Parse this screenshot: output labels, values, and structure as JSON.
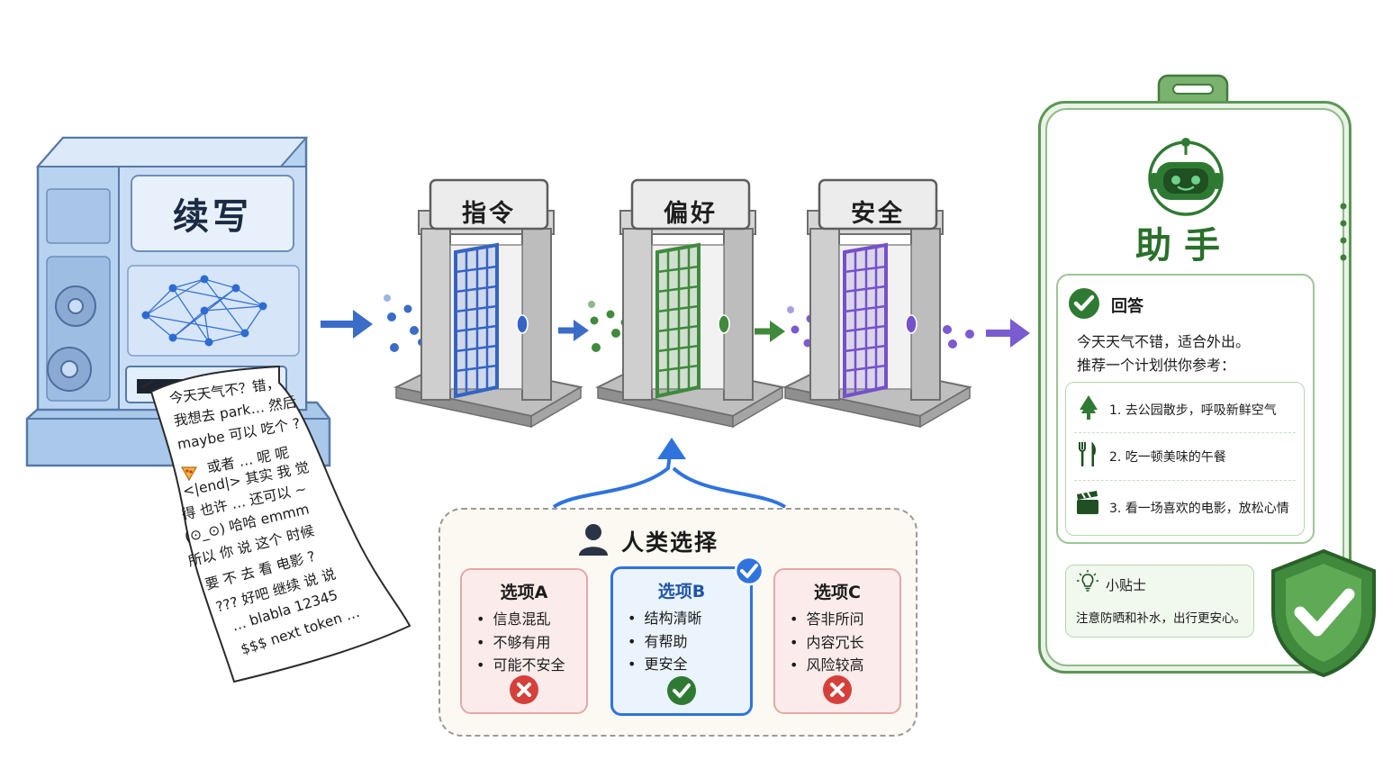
{
  "machine": {
    "label": "续写"
  },
  "paper": {
    "lines": [
      "今天天气不？错，",
      "我想去 park… 然后",
      "maybe 可以 吃个 ?",
      "或者 … 呢 呢",
      "<|end|> 其实 我 觉",
      "得 也许 … 还可以 ~",
      "(⊙_⊙) 哈哈 emmm",
      "所以 你 说 这个 时候",
      "要 不 去 看 电影 ?",
      "??? 好吧 继续 说 说",
      "… blabla 12345",
      "$$$ next token …"
    ]
  },
  "gates": [
    {
      "label": "指令",
      "color": "#3564c4"
    },
    {
      "label": "偏好",
      "color": "#3f8a3c"
    },
    {
      "label": "安全",
      "color": "#7552c9"
    }
  ],
  "human_choice": {
    "title": "人类选择",
    "options": [
      {
        "title": "选项A",
        "items": [
          "信息混乱",
          "不够有用",
          "可能不安全"
        ],
        "verdict": "reject"
      },
      {
        "title": "选项B",
        "items": [
          "结构清晰",
          "有帮助",
          "更安全"
        ],
        "verdict": "accept"
      },
      {
        "title": "选项C",
        "items": [
          "答非所问",
          "内容冗长",
          "风险较高"
        ],
        "verdict": "reject"
      }
    ]
  },
  "assistant": {
    "title": "助手",
    "answer_heading": "回答",
    "answer_lines": [
      "今天天气不错，适合外出。",
      "推荐一个计划供你参考："
    ],
    "plan": [
      {
        "text": "1. 去公园散步，呼吸新鲜空气",
        "icon": "tree-icon"
      },
      {
        "text": "2. 吃一顿美味的午餐",
        "icon": "fork-knife-icon"
      },
      {
        "text": "3. 看一场喜欢的电影，放松心情",
        "icon": "clapperboard-icon"
      }
    ],
    "tip_title": "小贴士",
    "tip_text": "注意防晒和补水，出行更安心。"
  },
  "colors": {
    "machine_blue": "#9ec3ea",
    "arrow_blue": "#3a6cc8",
    "arrow_green": "#3f8a3c",
    "arrow_purple": "#7a5bd0",
    "assistant_green": "#3f8a3c",
    "choice_accept": "#2f73dd",
    "reject_red": "#d6403b"
  }
}
